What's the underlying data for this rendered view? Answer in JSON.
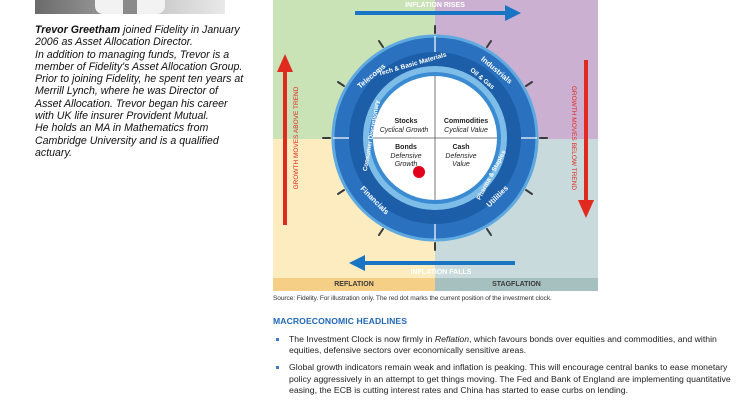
{
  "bio": {
    "name": "Trevor Greetham",
    "lines": [
      "joined Fidelity in January 2006 as Asset Allocation Director.",
      "In addition to managing funds, Trevor is a member of Fidelity's Asset Allocation Group.",
      "Prior to joining Fidelity, he spent ten years at Merrill Lynch, where he was Director of Asset Allocation. Trevor began his career with UK life insurer Provident Mutual.",
      "He holds an MA in Mathematics from Cambridge University and is a qualified actuary."
    ]
  },
  "clock": {
    "arrow_top": "INFLATION RISES",
    "arrow_bottom": "INFLATION FALLS",
    "arrow_left": "GROWTH MOVES ABOVE TREND",
    "arrow_right": "GROWTH MOVES BELOW TREND",
    "sectors": {
      "telecoms": "Telecoms",
      "tech": "Tech & Basic Materials",
      "industrials": "Industrials",
      "oil_gas": "Oil & Gas",
      "consumer_disc": "Consumer Discretionary",
      "financials": "Financials",
      "pharma": "Pharma & Staples",
      "utilities": "Utilities"
    },
    "quadrants": {
      "stocks_title": "Stocks",
      "stocks_sub": "Cyclical Growth",
      "commodities_title": "Commodities",
      "commodities_sub": "Cyclical Value",
      "bonds_title": "Bonds",
      "bonds_sub1": "Defensive",
      "bonds_sub2": "Growth",
      "cash_title": "Cash",
      "cash_sub1": "Defensive",
      "cash_sub2": "Value"
    },
    "phase_left": "REFLATION",
    "phase_right": "STAGFLATION",
    "colors": {
      "tl": "#c9e2b6",
      "tr": "#ccb0d2",
      "bl": "#fcecc0",
      "br": "#c8dadb",
      "ring_dark": "#1c5fa8",
      "ring_mid": "#2f86cf",
      "ring_light": "#6db4e6",
      "arrow_blue": "#1a74c4",
      "arrow_red": "#e12a1f",
      "dot": "#e2001a"
    }
  },
  "source": "Source: Fidelity. For illustration only. The red dot marks the current position of the investment clock.",
  "headlines": {
    "title": "MACROECONOMIC HEADLINES",
    "b1_pre": "The Investment Clock is now firmly in ",
    "b1_em": "Reflation",
    "b1_post": ", which favours bonds over equities and commodities, and within equities, defensive sectors over economically sensitive areas.",
    "b2": "Global growth indicators remain weak and inflation is peaking. This will encourage central banks to ease monetary policy aggressively in an attempt to get things moving. The Fed and Bank of England are implementing quantitative easing, the ECB is cutting interest rates and China has started to ease curbs on lending."
  }
}
